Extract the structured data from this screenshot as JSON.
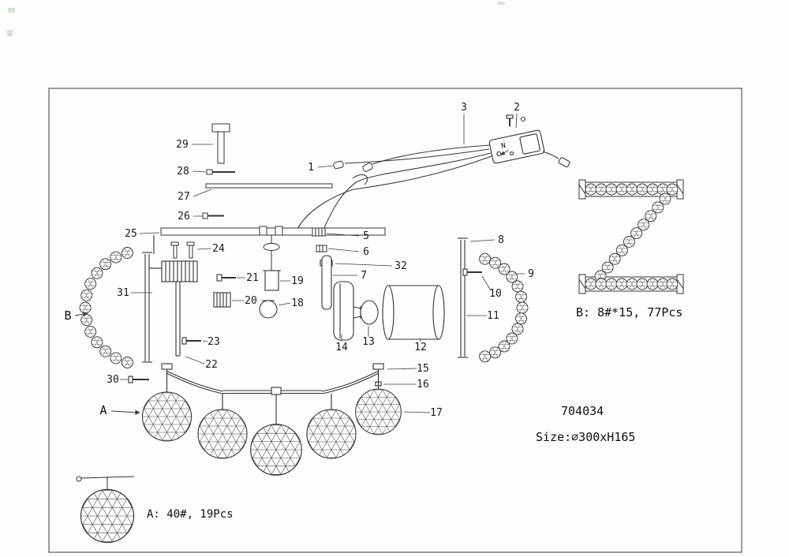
{
  "part_labels": {
    "n1": "1",
    "n2": "2",
    "n3": "3",
    "n5": "5",
    "n6": "6",
    "n7": "7",
    "n8": "8",
    "n9": "9",
    "n10": "10",
    "n11": "11",
    "n12": "12",
    "n13": "13",
    "n14": "14",
    "n15": "15",
    "n16": "16",
    "n17": "17",
    "n18": "18",
    "n19": "19",
    "n20": "20",
    "n21": "21",
    "n22": "22",
    "n23": "23",
    "n24": "24",
    "n25": "25",
    "n26": "26",
    "n27": "27",
    "n28": "28",
    "n29": "29",
    "n30": "30",
    "n31": "31",
    "n32": "32"
  },
  "callouts": {
    "a": "A",
    "b": "B",
    "n": "N"
  },
  "annotations": {
    "bead_spec": "B: 8#*15,  77Pcs",
    "model": "704034",
    "size": "Size:∅300xH165",
    "ball_spec": "A: 40#, 19Pcs"
  },
  "colors": {
    "line": "#333333",
    "background": "#fdfdfc"
  }
}
